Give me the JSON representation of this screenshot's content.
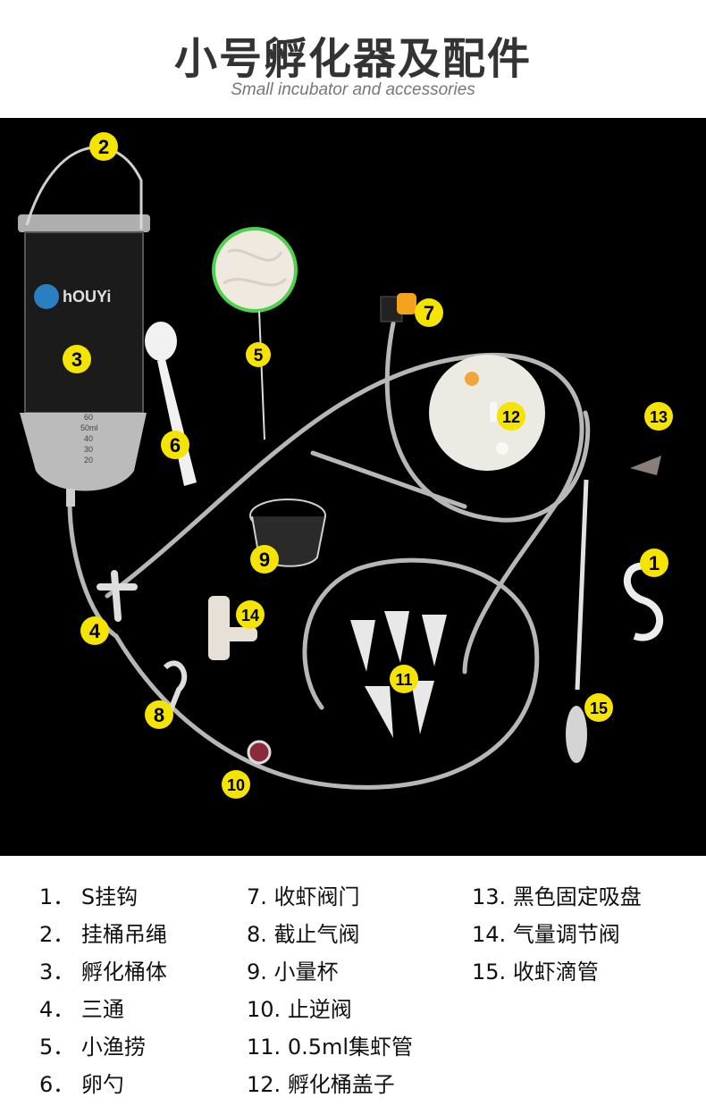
{
  "header": {
    "title": "小号孵化器及配件",
    "subtitle": "Small incubator and accessories"
  },
  "colors": {
    "badge": "#f5e400",
    "photo_background": "#000000",
    "title": "#333333",
    "subtitle": "#777777"
  },
  "photo": {
    "badges": [
      "1",
      "2",
      "3",
      "4",
      "5",
      "6",
      "7",
      "8",
      "9",
      "10",
      "11",
      "12",
      "13",
      "14",
      "15"
    ],
    "container_markings": {
      "brand": "hOUYi",
      "scale": [
        "60",
        "50ml",
        "40",
        "30",
        "20"
      ]
    }
  },
  "parts": [
    {
      "num": "1．",
      "name": "S挂钩"
    },
    {
      "num": "2．",
      "name": "挂桶吊绳"
    },
    {
      "num": "3．",
      "name": "孵化桶体"
    },
    {
      "num": "4．",
      "name": "三通"
    },
    {
      "num": "5．",
      "name": "小渔捞"
    },
    {
      "num": "6．",
      "name": "卵勺"
    },
    {
      "num": "7.",
      "name": "收虾阀门"
    },
    {
      "num": "8.",
      "name": "截止气阀"
    },
    {
      "num": "9.",
      "name": "小量杯"
    },
    {
      "num": "10.",
      "name": "止逆阀"
    },
    {
      "num": "11.",
      "name": "0.5ml集虾管"
    },
    {
      "num": "12.",
      "name": "孵化桶盖子"
    },
    {
      "num": "13.",
      "name": "黑色固定吸盘"
    },
    {
      "num": "14.",
      "name": "气量调节阀"
    },
    {
      "num": "15.",
      "name": "收虾滴管"
    }
  ]
}
